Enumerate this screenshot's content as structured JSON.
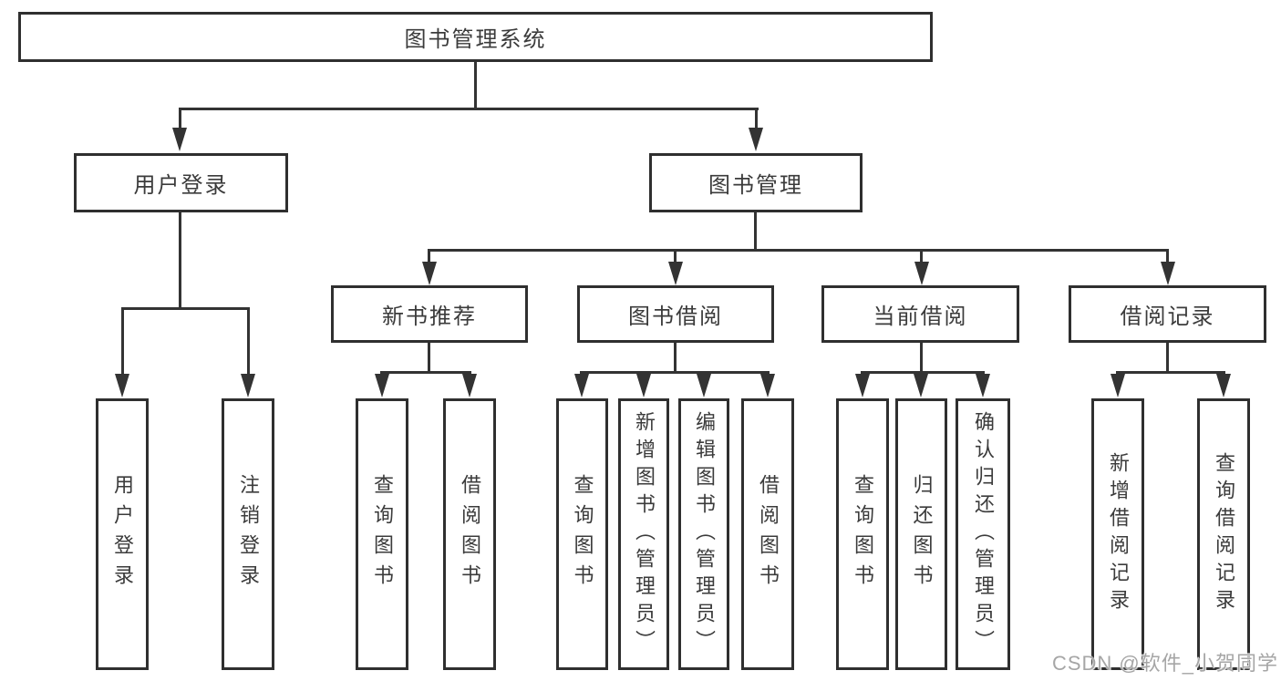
{
  "diagram": {
    "title": "图书管理系统",
    "level2": {
      "user_login": "用户登录",
      "book_mgmt": "图书管理"
    },
    "level3": {
      "new_book_rec": "新书推荐",
      "book_borrow": "图书借阅",
      "current_borrow": "当前借阅",
      "borrow_records": "借阅记录"
    },
    "level4": {
      "user_login": "用户登录",
      "logout": "注销登录",
      "query_books_1": "查询图书",
      "borrow_books_1": "借阅图书",
      "query_books_2": "查询图书",
      "add_books_admin": "新增图书（管理员）",
      "edit_books_admin": "编辑图书（管理员）",
      "borrow_books_2": "借阅图书",
      "query_books_3": "查询图书",
      "return_books": "归还图书",
      "confirm_return_admin": "确认归还（管理员）",
      "add_borrow_record": "新增借阅记录",
      "query_borrow_record": "查询借阅记录"
    },
    "watermark": "CSDN @软件_小贺同学",
    "colors": {
      "line": "#333333",
      "border": "#2f2f2f",
      "text": "#3b3b3b",
      "background": "#ffffff",
      "watermark": "#a6a6a6"
    }
  }
}
